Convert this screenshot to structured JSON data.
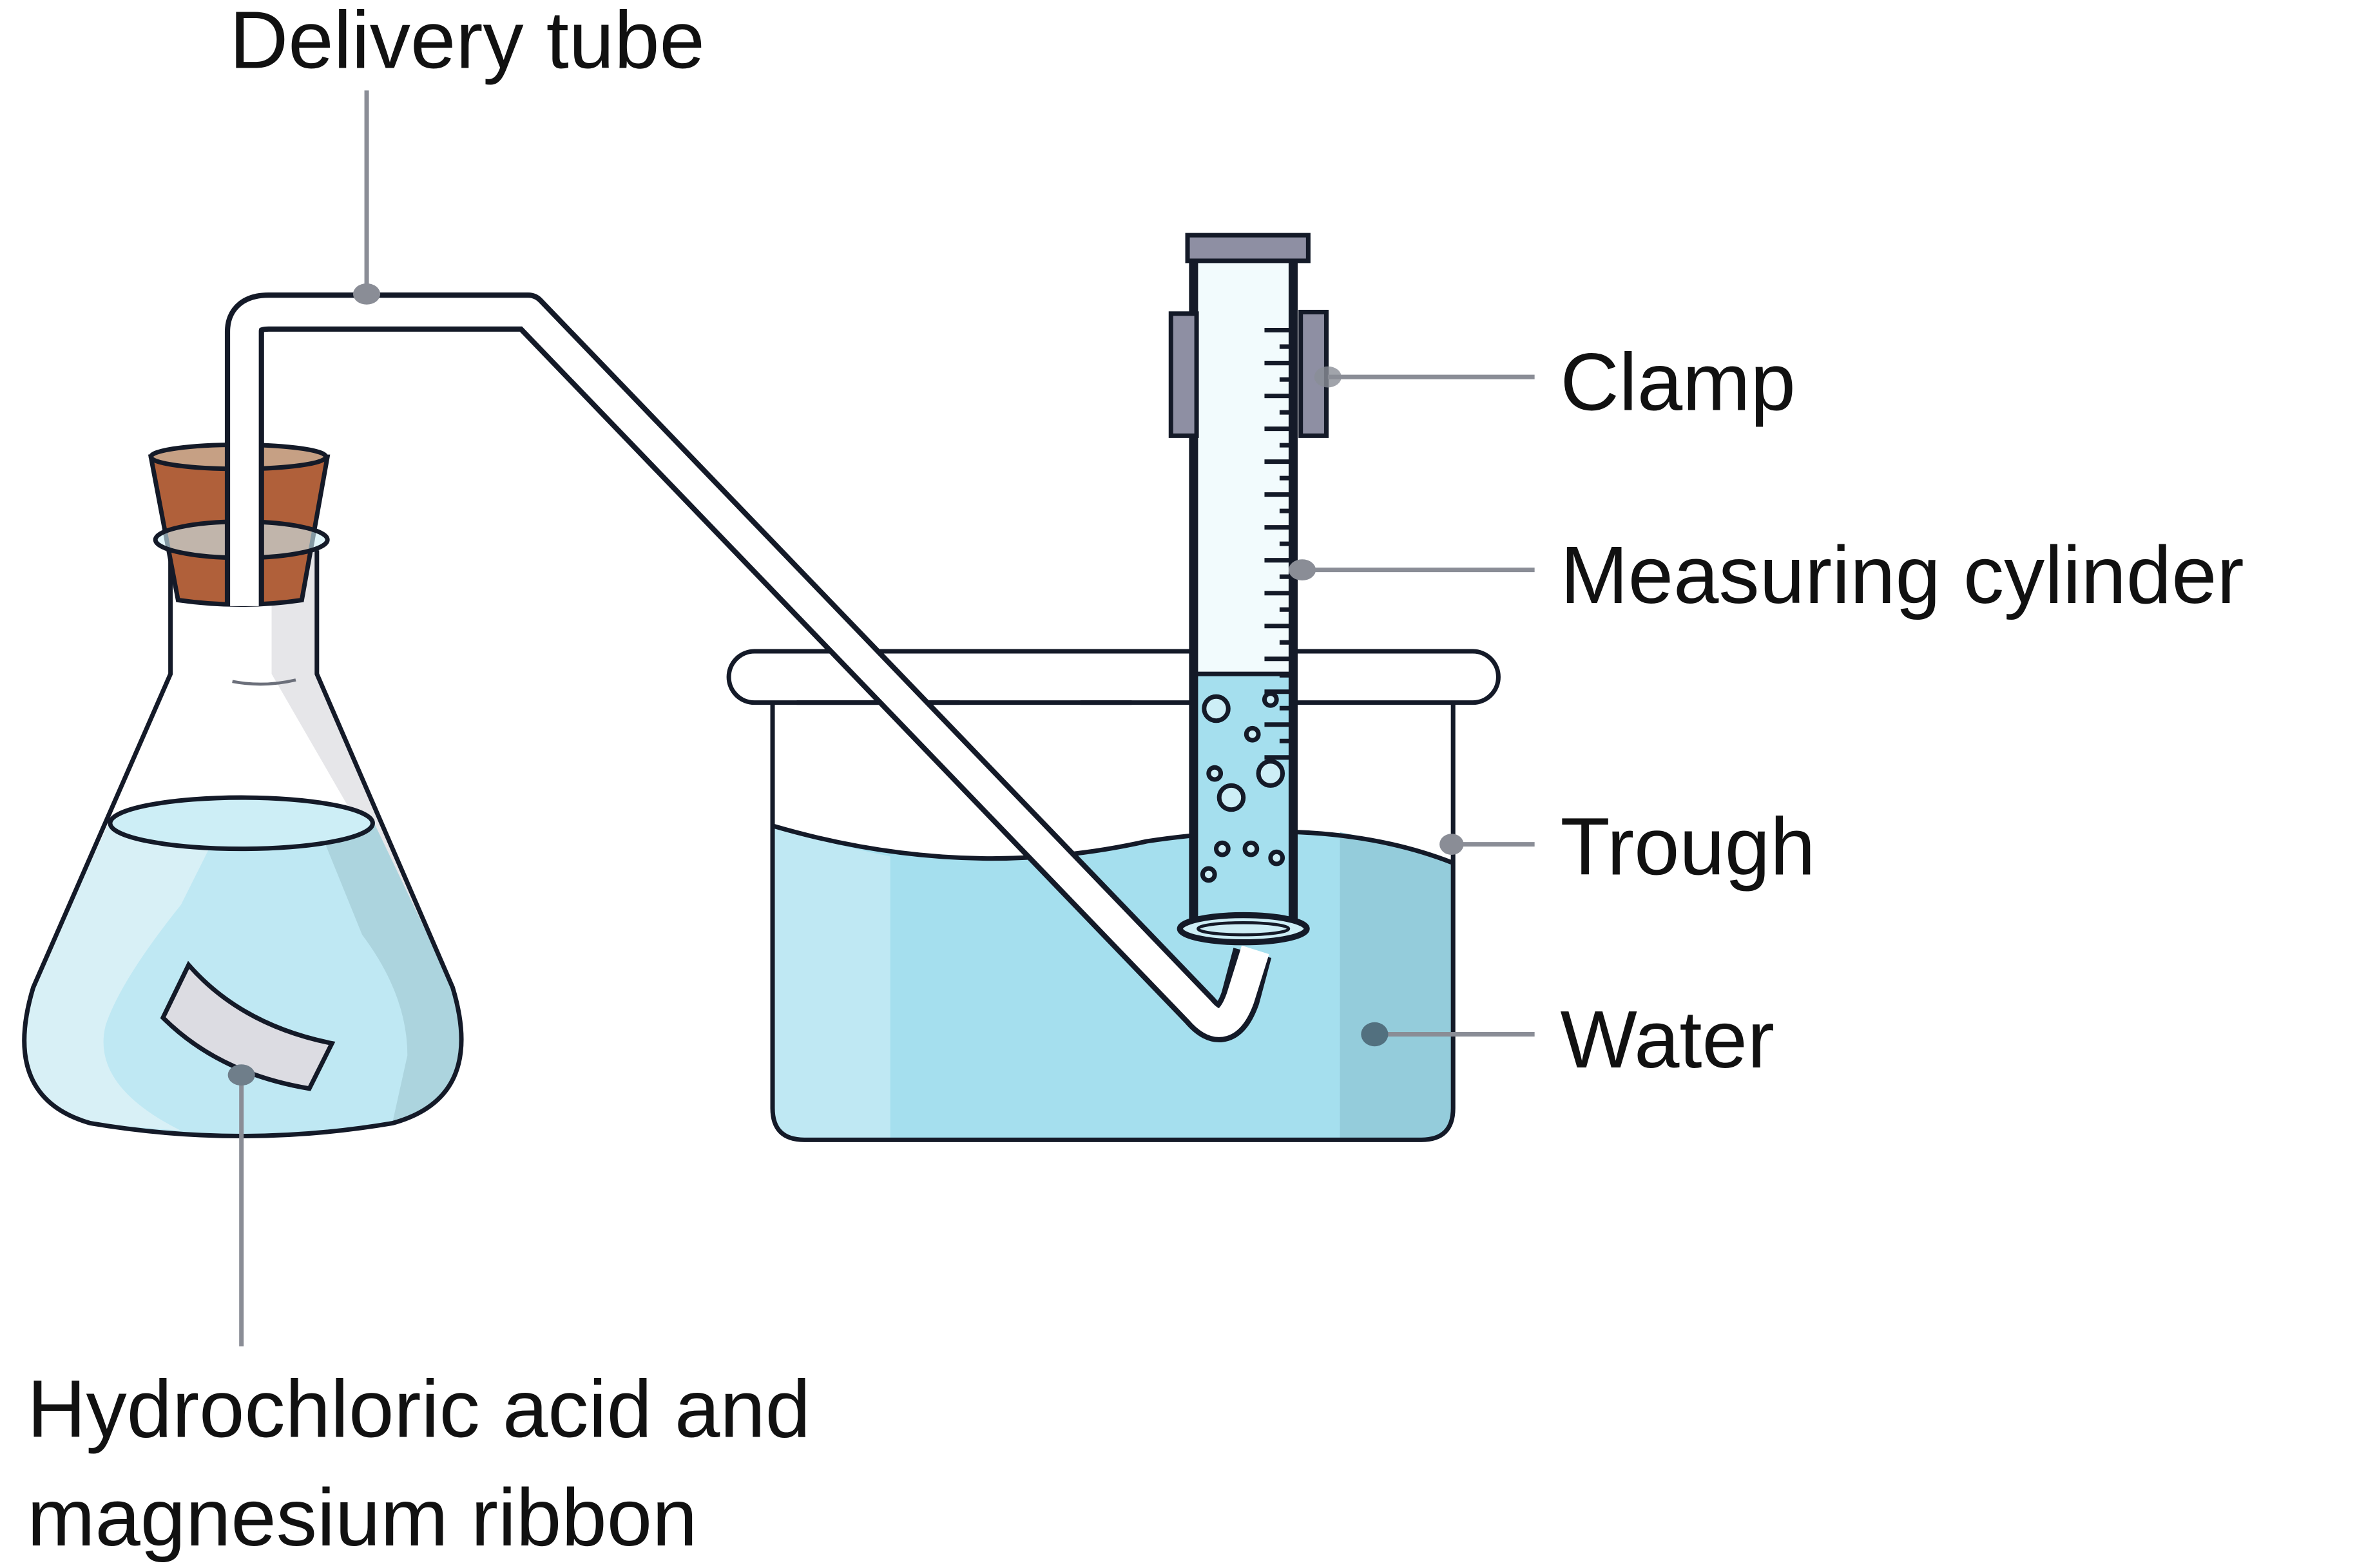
{
  "labels": {
    "delivery_tube": "Delivery tube",
    "clamp": "Clamp",
    "measuring_cylinder": "Measuring cylinder",
    "trough": "Trough",
    "water": "Water",
    "acid_line1": "Hydrochloric acid and",
    "acid_line2": "magnesium ribbon"
  },
  "colors": {
    "water": "#a5dfee",
    "water_light": "#bfe8f3",
    "water_dark": "#94ccdb",
    "cork": "#b0603a",
    "cork_top": "#c6a084",
    "clamp": "#8e8fa3",
    "outline": "#141a28",
    "leader": "#8a8d96"
  }
}
